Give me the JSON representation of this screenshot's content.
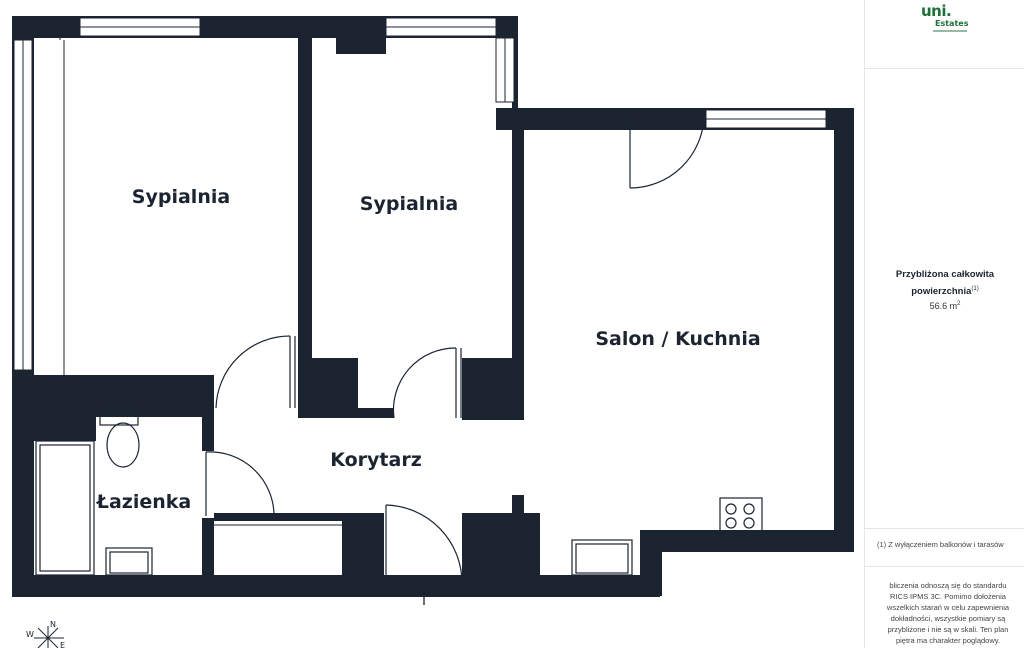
{
  "brand": {
    "logo_main": "uni.",
    "logo_sub": "Estates"
  },
  "rooms": {
    "bedroom_1": "Sypialnia",
    "bedroom_2": "Sypialnia",
    "living_kitchen": "Salon / Kuchnia",
    "hallway": "Korytarz",
    "bathroom": "Łazienka"
  },
  "sidebar": {
    "area_title_line1": "Przybliżona całkowita",
    "area_title_line2": "powierzchnia",
    "area_footnote_mark": "(1)",
    "area_value": "56.6 m",
    "area_unit_sup": "2",
    "footnote": "(1) Z wyłączeniem balkonów i tarasów",
    "disclaimer_lines": [
      "bliczenia odnoszą się do standardu",
      "RICS IPMS 3C. Pomimo dołożenia",
      "wszelkich starań w celu zapewnienia",
      "dokładności, wszystkie pomiary są",
      "przybliżone i nie są w skali. Ten plan",
      "piętra ma charakter poglądowy."
    ]
  },
  "compass": {
    "west": "W",
    "north": "N",
    "east": "E"
  },
  "colors": {
    "wall": "#1b2430",
    "brand": "#1f6f3a"
  }
}
